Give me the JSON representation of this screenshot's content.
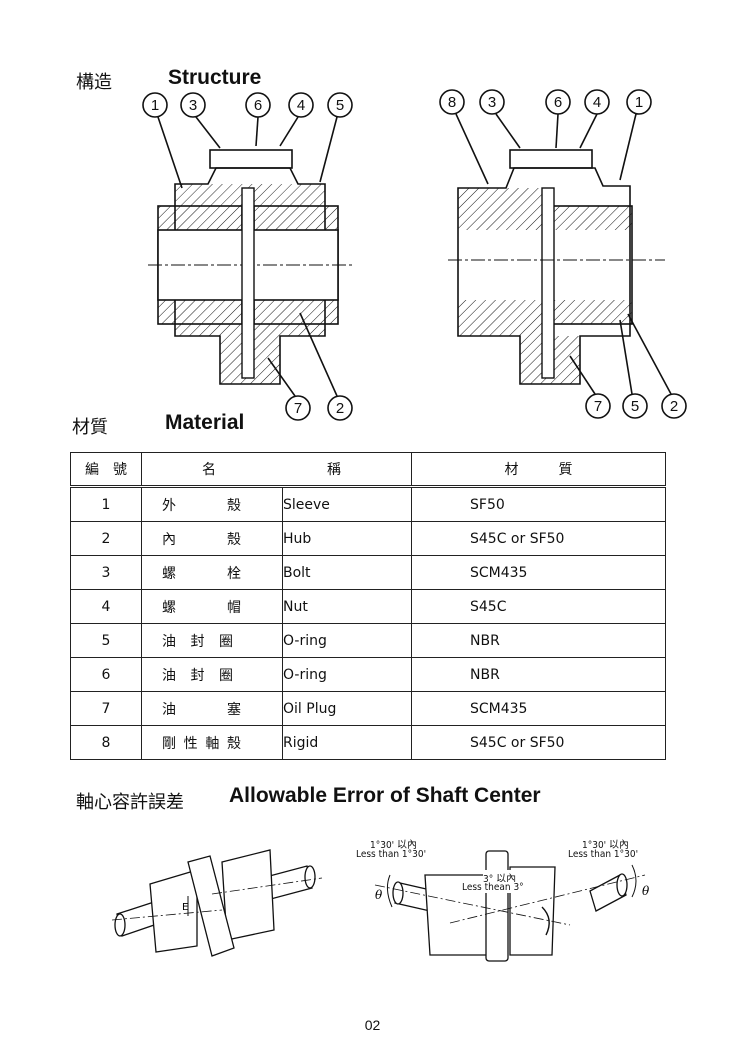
{
  "structure": {
    "title_cn": "構造",
    "title_en": "Structure"
  },
  "callouts": {
    "left_top": [
      "1",
      "3",
      "6",
      "4",
      "5"
    ],
    "left_bottom": [
      "7",
      "2"
    ],
    "right_top": [
      "8",
      "3",
      "6",
      "4",
      "1"
    ],
    "right_bottom": [
      "7",
      "5",
      "2"
    ]
  },
  "material": {
    "title_cn": "材質",
    "title_en": "Material",
    "header": {
      "no": [
        "編",
        "號"
      ],
      "name": [
        "名",
        "稱"
      ],
      "material": [
        "材",
        "質"
      ]
    },
    "rows": [
      {
        "no": "1",
        "cn": [
          "外",
          "殼"
        ],
        "en": "Sleeve",
        "material": "SF50"
      },
      {
        "no": "2",
        "cn": [
          "內",
          "殼"
        ],
        "en": "Hub",
        "material": "S45C or SF50"
      },
      {
        "no": "3",
        "cn": [
          "螺",
          "栓"
        ],
        "en": "Bolt",
        "material": "SCM435"
      },
      {
        "no": "4",
        "cn": [
          "螺",
          "帽"
        ],
        "en": "Nut",
        "material": "S45C"
      },
      {
        "no": "5",
        "cn": [
          "油",
          "封",
          "圈"
        ],
        "en": "O-ring",
        "material": "NBR"
      },
      {
        "no": "6",
        "cn": [
          "油",
          "封",
          "圈"
        ],
        "en": "O-ring",
        "material": "NBR"
      },
      {
        "no": "7",
        "cn": [
          "油",
          "塞"
        ],
        "en": "Oil Plug",
        "material": "SCM435"
      },
      {
        "no": "8",
        "cn": [
          "剛",
          "性",
          "軸",
          "殼"
        ],
        "en": "Rigid",
        "material": "S45C or SF50"
      }
    ]
  },
  "error": {
    "title_cn": "軸心容許誤差",
    "title_en": "Allowable Error of Shaft Center",
    "left_label": "E",
    "ann_left_cn": "1°30' 以內",
    "ann_left_en": "Less than 1°30'",
    "ann_right_cn": "1°30' 以內",
    "ann_right_en": "Less than 1°30'",
    "ann_mid_cn": "3° 以內",
    "ann_mid_en": "Less thean 3°",
    "theta": "θ"
  },
  "page_number": "02"
}
